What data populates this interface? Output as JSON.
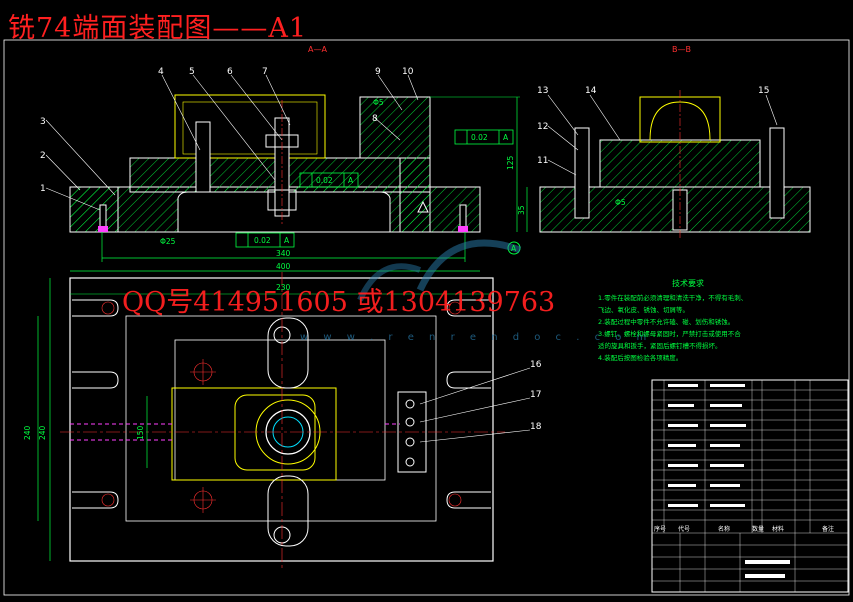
{
  "title": "铣74端面装配图——A1",
  "watermark": {
    "contact": "QQ号414951605 或1304139763",
    "url": "w w w . r e n r e n d o c . c o m"
  },
  "section_labels": {
    "aa": "A—A",
    "bb": "B—B"
  },
  "part_numbers": [
    "1",
    "2",
    "3",
    "4",
    "5",
    "6",
    "7",
    "8",
    "9",
    "10",
    "11",
    "12",
    "13",
    "14",
    "15",
    "16",
    "17",
    "18"
  ],
  "dimensions": {
    "d340": "340",
    "d400": "400",
    "d240": "240",
    "d125": "125",
    "d35": "35",
    "d150": "150",
    "d230": "230",
    "phi25": "Φ25",
    "phi5": "Φ5",
    "tol1": "0.02",
    "tol2": "0.02",
    "tol3": "0.02",
    "datum": "A"
  },
  "tech_requirements": {
    "heading": "技术要求",
    "lines": [
      "1.零件在装配前必须清理和清洗干净，不得有毛刺、",
      "飞边、氧化皮、锈蚀、切屑等。",
      "2.装配过程中零件不允许磕、碰、划伤和锈蚀。",
      "3.螺钉、螺栓和螺母紧固时，严禁打击或使用不合",
      "适的旋具和扳手，紧固后螺钉槽不得损坏。",
      "4.装配后按图检验各项精度。"
    ]
  },
  "title_block": {
    "headers": [
      "序号",
      "代号",
      "名称",
      "数量",
      "材料",
      "备注"
    ]
  },
  "colors": {
    "background": "#000000",
    "title_red": "#ff2020",
    "outline_white": "#ffffff",
    "dimension_green": "#00ff40",
    "hidden_magenta": "#ff40ff",
    "center_red": "#ff3030",
    "cyan": "#00e0ff",
    "yellow": "#ffff00"
  }
}
